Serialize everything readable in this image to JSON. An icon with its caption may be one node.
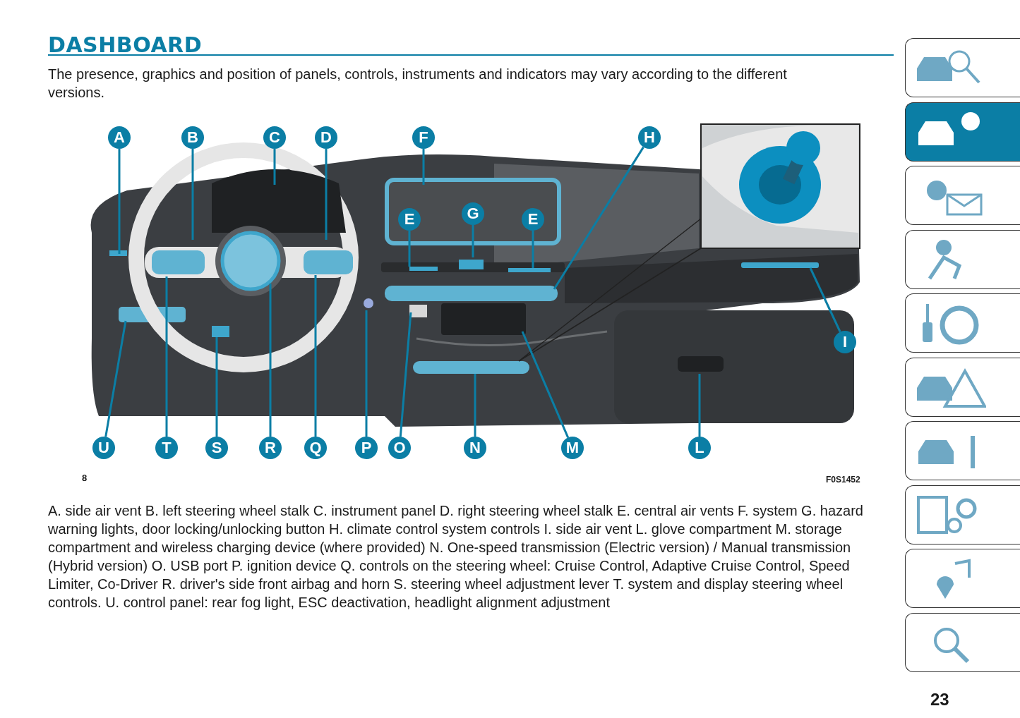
{
  "diagram": {
    "title": "DASHBOARD",
    "caption": "A. side air vent B. left steering wheel stalk C. instrument panel D. right steering wheel stalk E. central air vents F. system G. hazard warning lights, door locking/unlocking button H. climate control system controls I. side air vent L. glove compartment M. storage compartment and wireless charging device (where provided) N. One-speed transmission (Electric version) / Manual transmission (Hybrid version) O. USB port P. ignition device Q. controls on the steering wheel: Cruise Control, Adaptive Cruise Control, Speed Limiter, Co-Driver R. driver's side front airbag and horn S. steering wheel adjustment lever T. system and display steering wheel controls. U. control panel: rear fog light, ESC deactivation, headlight alignment adjustment",
    "nodes": [
      {
        "text": [
          "A"
        ]
      },
      {
        "text": [
          "B"
        ]
      },
      {
        "text": [
          "C"
        ]
      },
      {
        "text": [
          "D"
        ]
      },
      {
        "text": [
          "F"
        ]
      },
      {
        "text": [
          "H"
        ]
      },
      {
        "text": [
          "E"
        ]
      },
      {
        "text": [
          "G"
        ]
      },
      {
        "text": [
          "E"
        ]
      },
      {
        "text": [
          "I"
        ]
      },
      {
        "text": [
          "U"
        ]
      },
      {
        "text": [
          "T"
        ]
      },
      {
        "text": [
          "S"
        ]
      },
      {
        "text": [
          "R"
        ]
      },
      {
        "text": [
          "Q"
        ]
      },
      {
        "text": [
          "P"
        ]
      },
      {
        "text": [
          "O"
        ]
      },
      {
        "text": [
          "N"
        ]
      },
      {
        "text": [
          "M"
        ]
      },
      {
        "text": [
          "L"
        ]
      }
    ],
    "edges": [
      {
        "from": 0,
        "to": null,
        "arrow": "none"
      },
      {
        "from": 1,
        "to": null,
        "arrow": "none"
      },
      {
        "from": 2,
        "to": null,
        "arrow": "none"
      },
      {
        "from": 3,
        "to": null,
        "arrow": "none"
      },
      {
        "from": 4,
        "to": null,
        "arrow": "none"
      },
      {
        "from": 5,
        "to": null,
        "arrow": "none"
      },
      {
        "from": 6,
        "to": null,
        "arrow": "none"
      },
      {
        "from": 7,
        "to": null,
        "arrow": "none"
      },
      {
        "from": 8,
        "to": null,
        "arrow": "none"
      },
      {
        "from": 9,
        "to": null,
        "arrow": "none"
      },
      {
        "from": 10,
        "to": null,
        "arrow": "none"
      },
      {
        "from": 11,
        "to": null,
        "arrow": "none"
      },
      {
        "from": 12,
        "to": null,
        "arrow": "none"
      },
      {
        "from": 13,
        "to": null,
        "arrow": "none"
      },
      {
        "from": 14,
        "to": null,
        "arrow": "none"
      },
      {
        "from": 15,
        "to": null,
        "arrow": "none"
      },
      {
        "from": 16,
        "to": null,
        "arrow": "none"
      },
      {
        "from": 17,
        "to": null,
        "arrow": "none"
      },
      {
        "from": 18,
        "to": null,
        "arrow": "none"
      },
      {
        "from": 19,
        "to": null,
        "arrow": "none"
      }
    ],
    "labels": [
      "The presence, graphics and position of panels, controls, instruments and indicators may vary according to the different versions.",
      "8",
      "F0S1452",
      "23"
    ]
  }
}
